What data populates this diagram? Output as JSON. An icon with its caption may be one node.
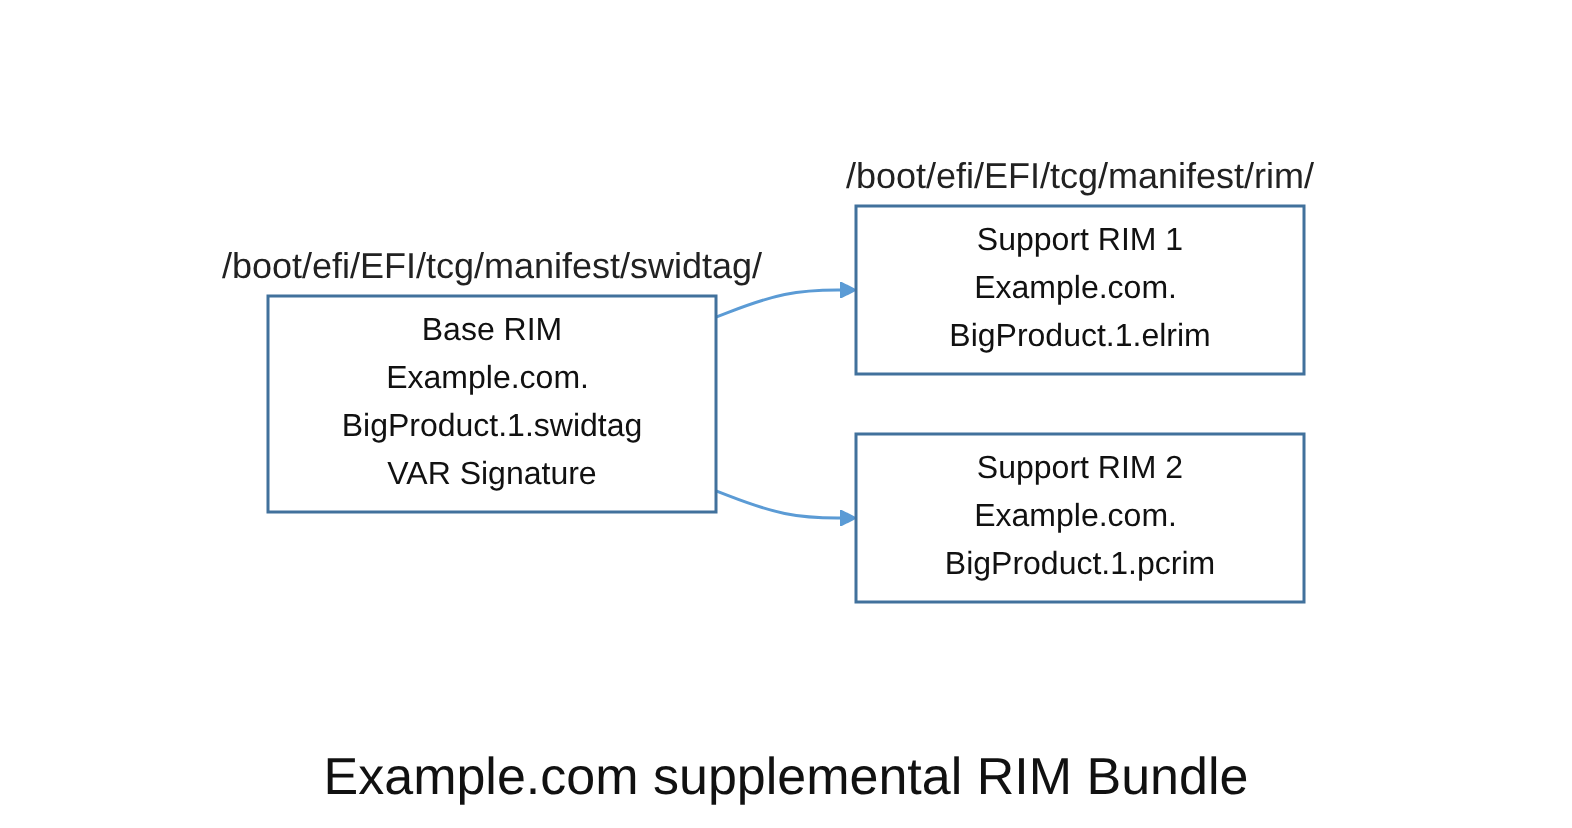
{
  "diagram": {
    "caption": "Example.com supplemental RIM Bundle",
    "nodes": [
      {
        "text": [
          "Base RIM",
          "Example.com. BigProduct.1.swidtag",
          "VAR Signature"
        ],
        "beside": [
          "/boot/efi/EFI/tcg/manifest/swidtag/"
        ]
      },
      {
        "text": [
          "Support RIM 1",
          "Example.com. BigProduct.1.elrim"
        ],
        "beside": [
          "/boot/efi/EFI/tcg/manifest/rim/"
        ]
      },
      {
        "text": [
          "Support RIM 2",
          "Example.com. BigProduct.1.pcrim"
        ]
      }
    ],
    "edges": [
      {
        "from": 0,
        "to": 1,
        "arrow": "to"
      },
      {
        "from": 0,
        "to": 2,
        "arrow": "to"
      }
    ]
  }
}
